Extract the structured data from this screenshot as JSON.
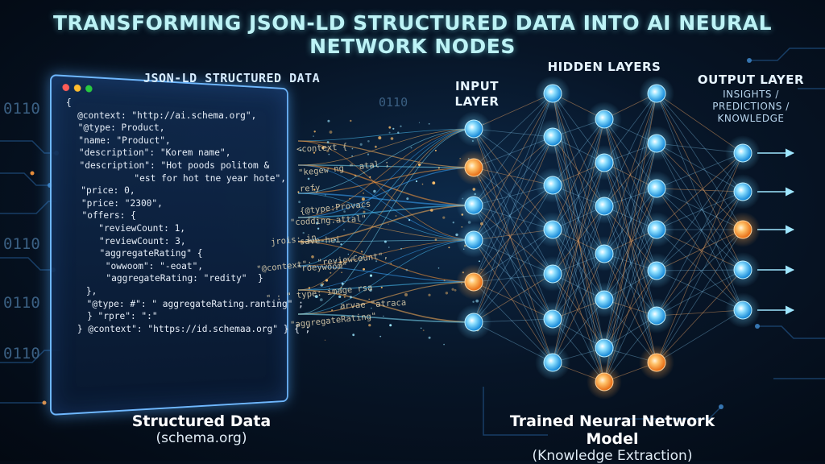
{
  "title": "TRANSFORMING JSON-LD STRUCTURED DATA INTO AI NEURAL NETWORK NODES",
  "window": {
    "title": "JSON-LD STRUCTURED DATA",
    "code_lines": [
      "{",
      "  @context: \"http://ai.schema.org\",",
      "  \"@type: Product,",
      "  \"name: \"Product\",",
      "  \"description\": \"Korem name\",",
      "  \"description\": \"Hot poods politom &",
      "            \"est for hot tne year hote\",",
      "",
      "  \"price: 0,",
      "  \"price: \"2300\",",
      "  \"offers: {",
      "     \"reviewCount: 1,",
      "     \"reviewCount: 3,",
      "     \"aggregateRating\" {",
      "      \"owwoom\": \"-eoat\",",
      "      \"aggregateRating: \"redity\"  }",
      "",
      "",
      "",
      "  },",
      "  \"@type: #\": \" aggregateRating.ranting\" ;",
      "  } \"rpre\": \":\"",
      "",
      "} @context\": \"https://id.schemaa.org\" } { ;"
    ]
  },
  "stream_snippets": [
    "<context {",
    "\"kegew ng \" atal ;",
    "refy",
    "{@type:Provacs",
    "\"codding.attal\"",
    "jrois: in",
    "save-hei",
    "\"@context\": \"reviewCount\",",
    "\"roeywoom\"",
    "\" : \" type: image rsa",
    "arvae \"atraca",
    "\"aggregateRating\""
  ],
  "binary_text": "0110",
  "layers": {
    "input": {
      "label_line1": "INPUT",
      "label_line2": "LAYER"
    },
    "hidden": {
      "label": "HIDDEN LAYERS"
    },
    "output": {
      "label": "OUTPUT LAYER",
      "sub_line1": "INSIGHTS /",
      "sub_line2": "PREDICTIONS /",
      "sub_line3": "KNOWLEDGE"
    }
  },
  "captions": {
    "left_main": "Structured Data",
    "left_sub": "(schema.org)",
    "right_main": "Trained Neural Network Model",
    "right_sub": "(Knowledge Extraction)"
  },
  "colors": {
    "node_blue": "#2fb4ff",
    "node_orange": "#ff9a3c",
    "title": "#bdf3f6",
    "window_border": "#6fb8ff"
  }
}
